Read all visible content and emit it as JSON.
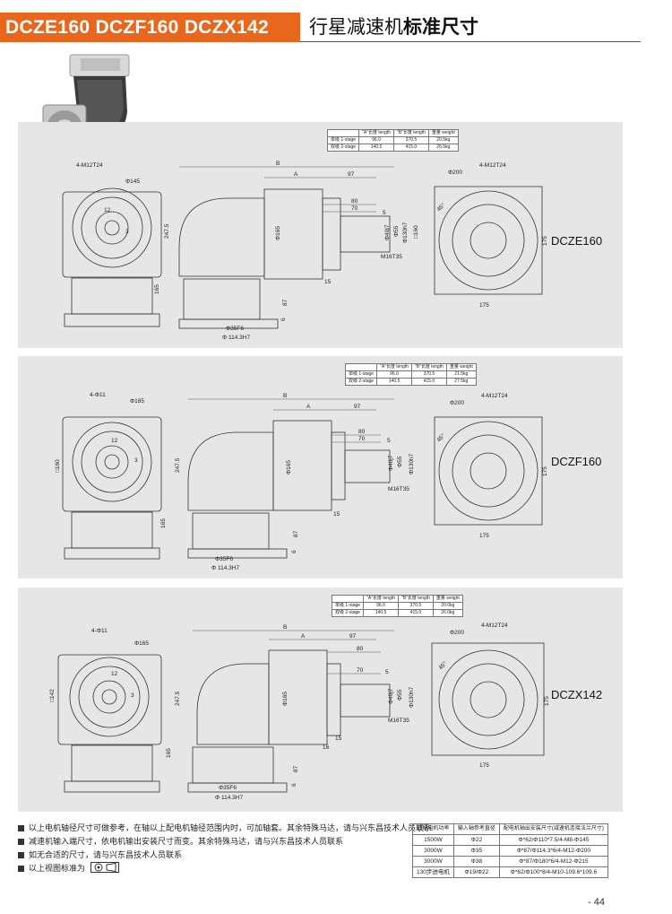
{
  "header": {
    "models": "DCZE160 DCZF160 DCZX142",
    "subtitle_normal": "行星减速机",
    "subtitle_bold": "标准尺寸"
  },
  "spec_table": {
    "headers": [
      "",
      "\"A\"长度 length",
      "\"B\"长度 length",
      "重量 weight"
    ],
    "rows_dcze": [
      [
        "单级 1-stage",
        "96.0",
        "370.5",
        "20.5kg"
      ],
      [
        "双级 2-stage",
        "140.5",
        "415.0",
        "26.5kg"
      ]
    ],
    "rows_dczf": [
      [
        "单级 1-stage",
        "96.0",
        "370.5",
        "21.5kg"
      ],
      [
        "双级 2-stage",
        "140.5",
        "415.0",
        "27.5kg"
      ]
    ],
    "rows_dczx": [
      [
        "单级 1-stage",
        "96.0",
        "370.5",
        "20.0kg"
      ],
      [
        "双级 2-stage",
        "140.5",
        "415.0",
        "26.0kg"
      ]
    ]
  },
  "panels": [
    {
      "model": "DCZE160",
      "front": {
        "holes": "4-M12T24",
        "pcd": "Φ145",
        "h1": "247.5",
        "h2": "165",
        "a": "3",
        "b": "12"
      },
      "side": {
        "B": "B",
        "A": "A",
        "d97": "97",
        "d80": "80",
        "d70": "70",
        "d5": "5",
        "d165": "Φ165",
        "d40": "Φ40j7",
        "d55": "Φ55",
        "d130": "Φ130h7",
        "d160": "□160",
        "m16": "M16T35",
        "d15": "15",
        "d87": "87",
        "d6": "6",
        "f35": "Φ35F6",
        "f114": "Φ 114.3H7"
      },
      "right": {
        "pcd": "Φ200",
        "holes": "4-M12T24",
        "ang": "45°",
        "d175a": "175",
        "d175b": "175"
      }
    },
    {
      "model": "DCZF160",
      "front": {
        "holes": "4-Φ11",
        "pcd": "Φ185",
        "sq": "□160",
        "h1": "247.5",
        "h2": "165",
        "a": "3",
        "b": "12"
      },
      "side": {
        "B": "B",
        "A": "A",
        "d97": "97",
        "d80": "80",
        "d70": "70",
        "d5": "5",
        "d165": "Φ165",
        "d40": "Φ40j7",
        "d55": "Φ55",
        "d130": "Φ130h7",
        "m16": "M16T35",
        "d15": "15",
        "d87": "87",
        "d6": "6",
        "f35": "Φ35F6",
        "f114": "Φ 114.3H7"
      },
      "right": {
        "pcd": "Φ200",
        "holes": "4-M12T24",
        "ang": "45°",
        "d175a": "175",
        "d175b": "175"
      }
    },
    {
      "model": "DCZX142",
      "front": {
        "holes": "4-Φ11",
        "pcd": "Φ165",
        "sq": "□142",
        "h1": "247.5",
        "h2": "165",
        "a": "3",
        "b": "12"
      },
      "side": {
        "B": "B",
        "A": "A",
        "d97": "97",
        "d80": "80",
        "d70": "70",
        "d5": "5",
        "d165": "Φ165",
        "d40": "Φ40j7",
        "d55": "Φ55",
        "d130": "Φ130h7",
        "m16": "M16T35",
        "d15": "15",
        "d16": "16",
        "d87": "87",
        "d6": "6",
        "f35": "Φ35F6",
        "f114": "Φ 114.3H7"
      },
      "right": {
        "pcd": "Φ200",
        "holes": "4-M12T24",
        "ang": "45°",
        "d175a": "175",
        "d175b": "175"
      }
    }
  ],
  "notes": [
    "以上电机轴径尺寸可做参考，在轴以上配电机轴径范围内时，可加轴套。其余特殊马达，请与兴东昌技术人员联系",
    "减速机输入端尺寸，依电机输出安装尺寸而变。其余特殊马达，请与兴东昌技术人员联系",
    "如无合适的尺寸，请与兴东昌技术人员联系",
    "以上视图标准为"
  ],
  "motor_table": {
    "headers": [
      "适配电机功率",
      "输入轴参考直径",
      "配电机轴出安装尺寸(减速机连接法兰尺寸)"
    ],
    "rows": [
      [
        "1500W",
        "Φ22",
        "Φ*62/Φ110*7.5/4-M8-Φ145"
      ],
      [
        "3000W",
        "Φ35",
        "Φ*87/Φ114.3*6/4-M12-Φ200"
      ],
      [
        "3000W",
        "Φ38",
        "Φ*87/Φ180*6/4-M12-Φ215"
      ],
      [
        "130步进电机",
        "Φ19/Φ22",
        "Φ*62/Φ100*8/4-M10-109.6*109.6"
      ]
    ]
  },
  "page_number": "- 44"
}
